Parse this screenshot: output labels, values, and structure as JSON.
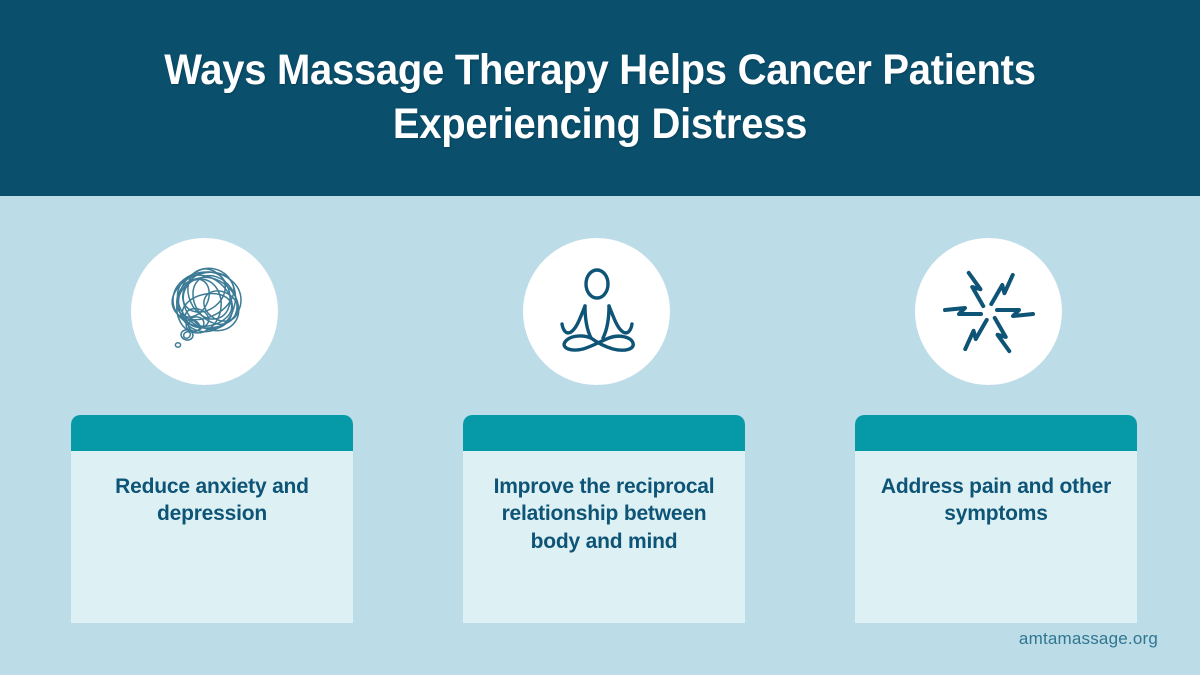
{
  "header": {
    "title": "Ways Massage Therapy Helps Cancer Patients Experiencing Distress",
    "background_color": "#0a4f6c",
    "text_color": "#ffffff"
  },
  "theme": {
    "page_background": "#bcdce7",
    "card_bar_color": "#069aa9",
    "card_body_color": "#ddf0f4",
    "card_text_color": "#0e5476",
    "icon_stroke_color": "#0e5476",
    "icon_circle_color": "#ffffff",
    "footer_text_color": "#2f7690"
  },
  "columns": [
    {
      "icon_name": "tangled-thought-bubble-icon",
      "icon_stroke": "#3c7b96",
      "label": "Reduce anxiety and depression"
    },
    {
      "icon_name": "meditation-lotus-pose-icon",
      "icon_stroke": "#0e5476",
      "label": "Improve the reciprocal relationship between body and mind"
    },
    {
      "icon_name": "pain-burst-icon",
      "icon_stroke": "#0e5476",
      "label": "Address pain and other symptoms"
    }
  ],
  "footer": {
    "attribution": "amtamassage.org"
  }
}
